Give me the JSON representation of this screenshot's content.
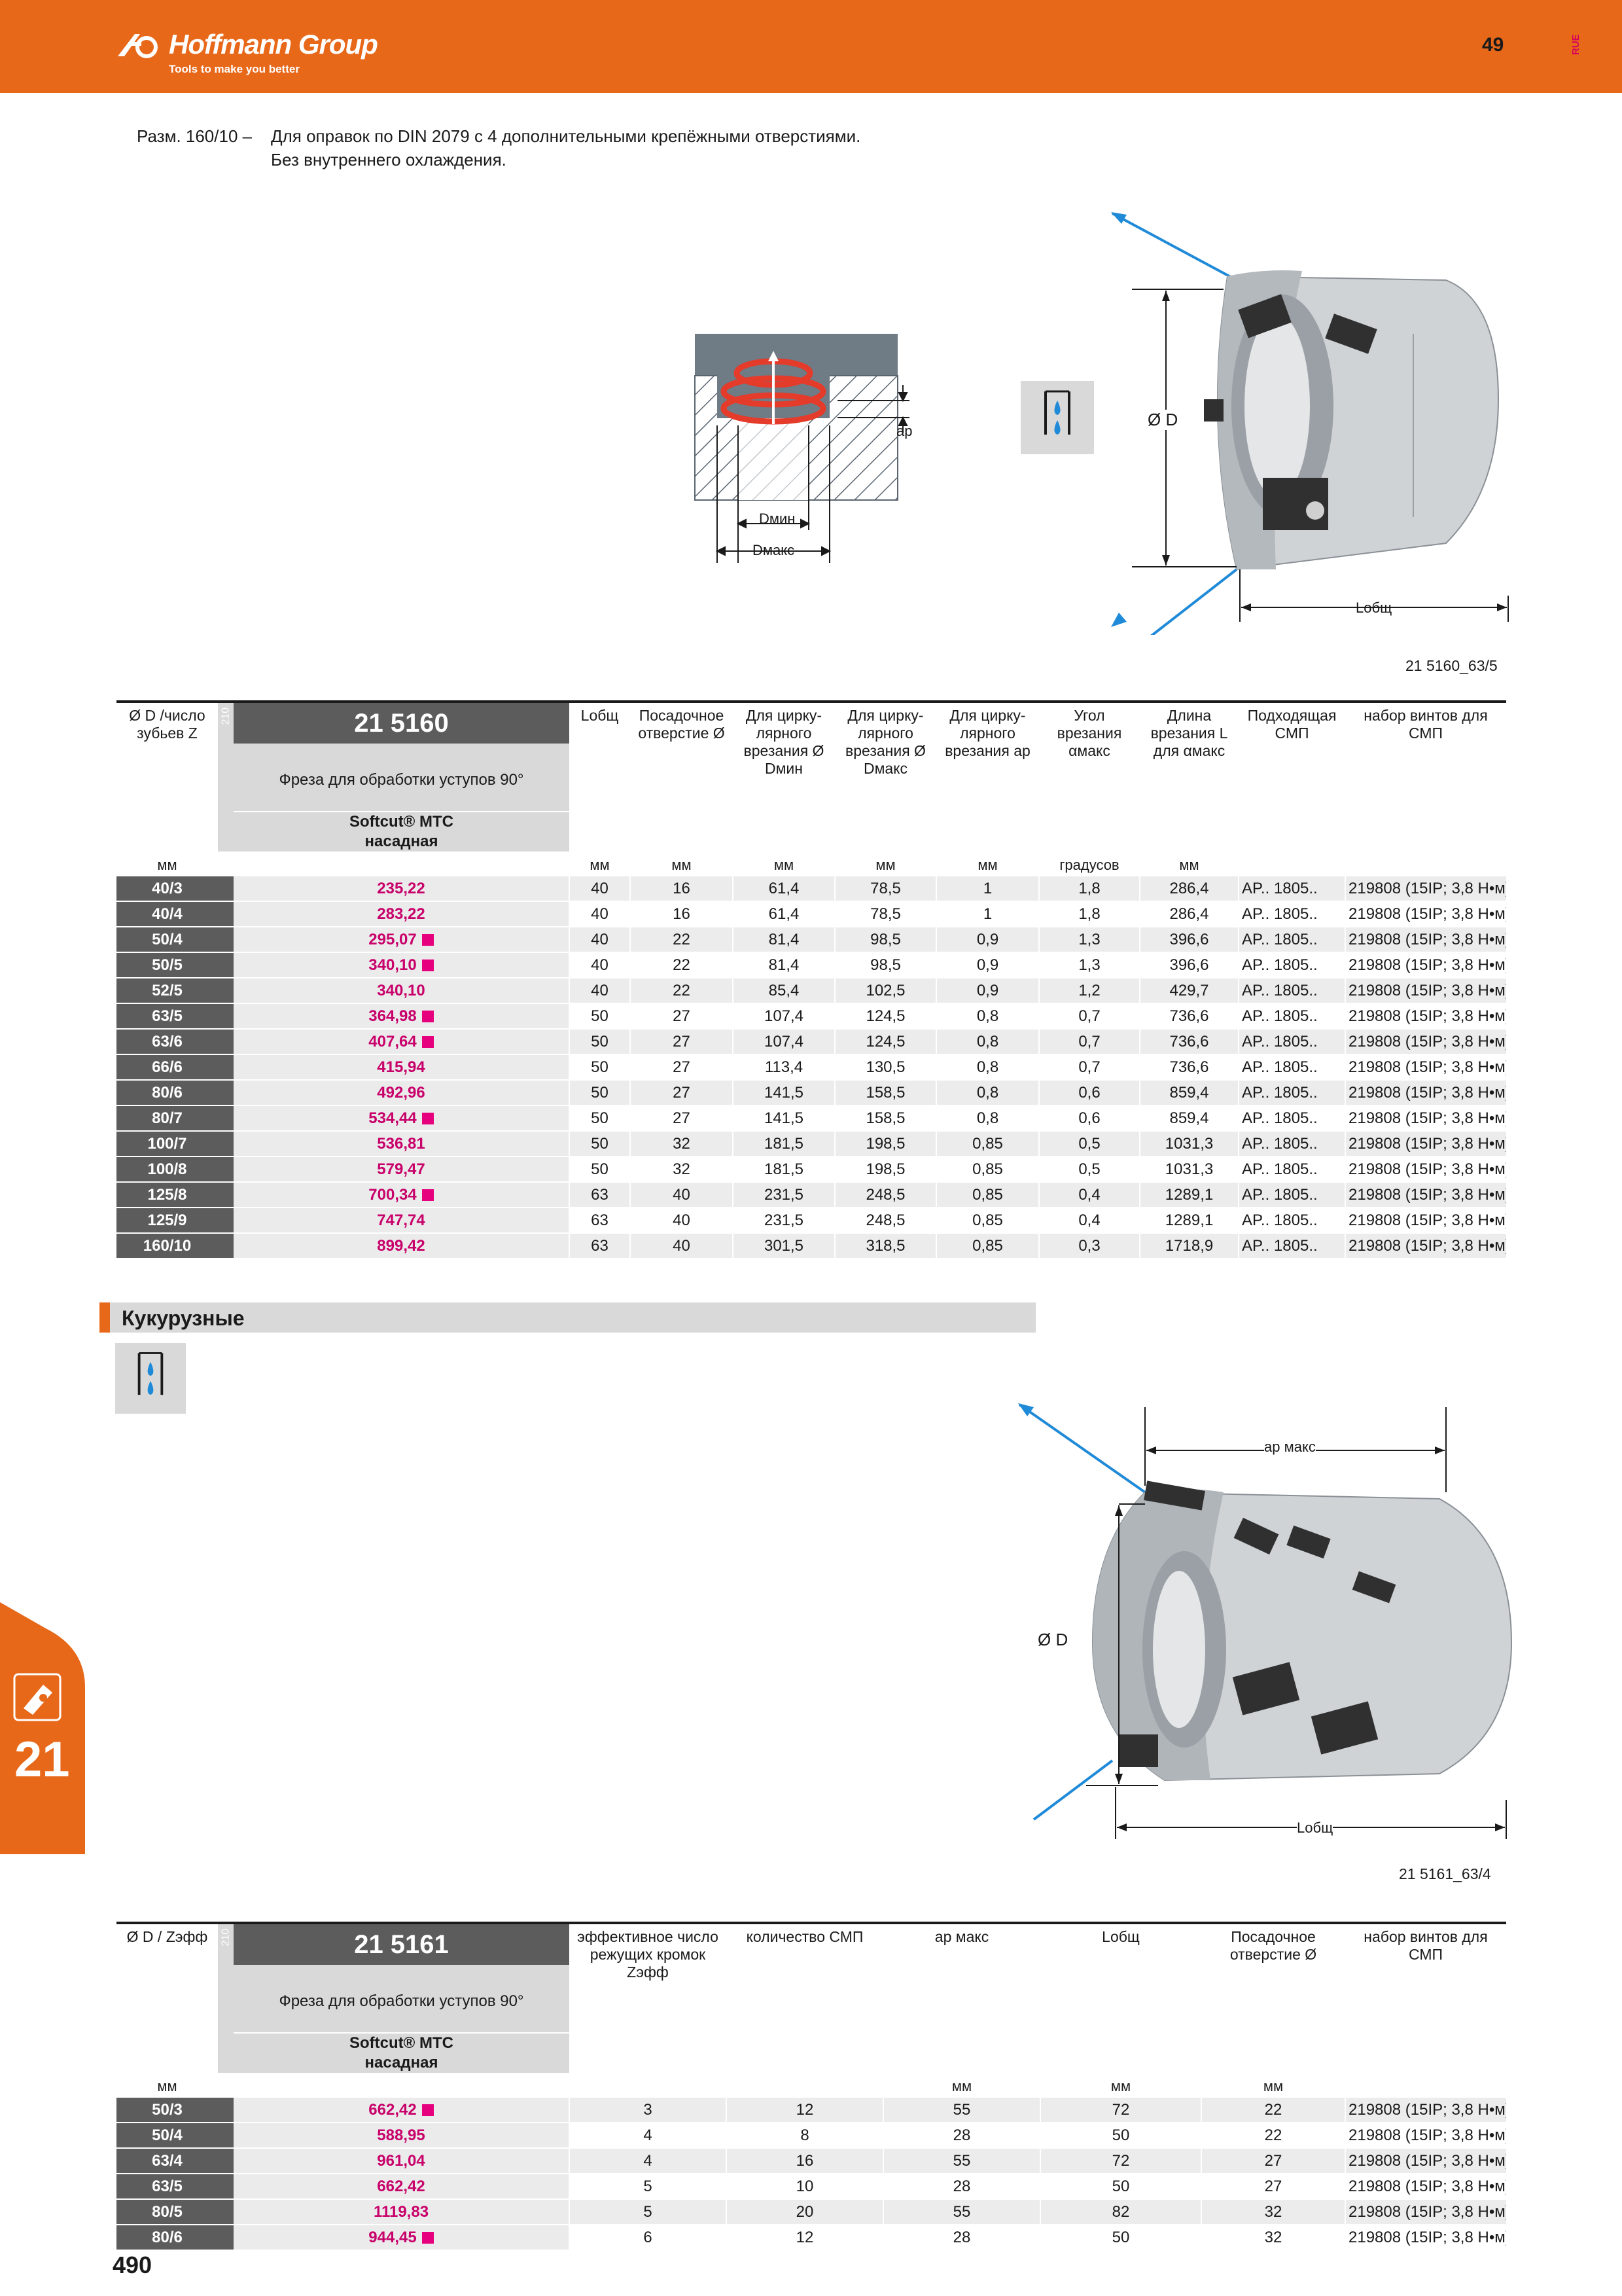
{
  "header": {
    "logo_name": "Hoffmann Group",
    "logo_tagline": "Tools to make you better",
    "page_number": "49",
    "language": "RUE",
    "brand_color": "#e8681a"
  },
  "intro": {
    "label": "Разм. 160/10 –",
    "line1": "Для оправок по DIN 2079 с 4 дополнительными крепёжными отверстиями.",
    "line2": "Без внутреннего охлаждения."
  },
  "figure1": {
    "diagram_label_dmin": "Dмин",
    "diagram_label_dmax": "Dмакс",
    "diagram_label_ap": "ap",
    "label_d": "Ø D",
    "label_l": "Lобщ",
    "caption": "21 5160_63/5"
  },
  "table1": {
    "col_key": "Ø D /число зубьев Z",
    "col_group": "210",
    "article_no": "21 5160",
    "article_desc": "Фреза для обработки уступов 90°",
    "article_line1": "Softcut® MTC",
    "article_line2": "насадная",
    "headers": [
      "Lобщ",
      "Посадочное отверстие Ø",
      "Для цирку-лярного врезания Ø Dмин",
      "Для цирку-лярного врезания Ø Dмакс",
      "Для цирку-лярного врезания ap",
      "Угол врезания αмакс",
      "Длина врезания L для αмакс",
      "Подходящая СМП",
      "набор винтов для СМП"
    ],
    "units": [
      "мм",
      "мм",
      "мм",
      "мм",
      "мм",
      "мм",
      "градусов",
      "мм",
      "",
      ""
    ],
    "rows": [
      {
        "key": "40/3",
        "price": "235,22",
        "mark": false,
        "vals": [
          "40",
          "16",
          "61,4",
          "78,5",
          "1",
          "1,8",
          "286,4",
          "AP.. 1805..",
          "219808 (15IP; 3,8 Н•м)"
        ]
      },
      {
        "key": "40/4",
        "price": "283,22",
        "mark": false,
        "vals": [
          "40",
          "16",
          "61,4",
          "78,5",
          "1",
          "1,8",
          "286,4",
          "AP.. 1805..",
          "219808 (15IP; 3,8 Н•м)"
        ]
      },
      {
        "key": "50/4",
        "price": "295,07",
        "mark": true,
        "vals": [
          "40",
          "22",
          "81,4",
          "98,5",
          "0,9",
          "1,3",
          "396,6",
          "AP.. 1805..",
          "219808 (15IP; 3,8 Н•м)"
        ]
      },
      {
        "key": "50/5",
        "price": "340,10",
        "mark": true,
        "vals": [
          "40",
          "22",
          "81,4",
          "98,5",
          "0,9",
          "1,3",
          "396,6",
          "AP.. 1805..",
          "219808 (15IP; 3,8 Н•м)"
        ]
      },
      {
        "key": "52/5",
        "price": "340,10",
        "mark": false,
        "vals": [
          "40",
          "22",
          "85,4",
          "102,5",
          "0,9",
          "1,2",
          "429,7",
          "AP.. 1805..",
          "219808 (15IP; 3,8 Н•м)"
        ]
      },
      {
        "key": "63/5",
        "price": "364,98",
        "mark": true,
        "vals": [
          "50",
          "27",
          "107,4",
          "124,5",
          "0,8",
          "0,7",
          "736,6",
          "AP.. 1805..",
          "219808 (15IP; 3,8 Н•м)"
        ]
      },
      {
        "key": "63/6",
        "price": "407,64",
        "mark": true,
        "vals": [
          "50",
          "27",
          "107,4",
          "124,5",
          "0,8",
          "0,7",
          "736,6",
          "AP.. 1805..",
          "219808 (15IP; 3,8 Н•м)"
        ]
      },
      {
        "key": "66/6",
        "price": "415,94",
        "mark": false,
        "vals": [
          "50",
          "27",
          "113,4",
          "130,5",
          "0,8",
          "0,7",
          "736,6",
          "AP.. 1805..",
          "219808 (15IP; 3,8 Н•м)"
        ]
      },
      {
        "key": "80/6",
        "price": "492,96",
        "mark": false,
        "vals": [
          "50",
          "27",
          "141,5",
          "158,5",
          "0,8",
          "0,6",
          "859,4",
          "AP.. 1805..",
          "219808 (15IP; 3,8 Н•м)"
        ]
      },
      {
        "key": "80/7",
        "price": "534,44",
        "mark": true,
        "vals": [
          "50",
          "27",
          "141,5",
          "158,5",
          "0,8",
          "0,6",
          "859,4",
          "AP.. 1805..",
          "219808 (15IP; 3,8 Н•м)"
        ]
      },
      {
        "key": "100/7",
        "price": "536,81",
        "mark": false,
        "vals": [
          "50",
          "32",
          "181,5",
          "198,5",
          "0,85",
          "0,5",
          "1031,3",
          "AP.. 1805..",
          "219808 (15IP; 3,8 Н•м)"
        ]
      },
      {
        "key": "100/8",
        "price": "579,47",
        "mark": false,
        "vals": [
          "50",
          "32",
          "181,5",
          "198,5",
          "0,85",
          "0,5",
          "1031,3",
          "AP.. 1805..",
          "219808 (15IP; 3,8 Н•м)"
        ]
      },
      {
        "key": "125/8",
        "price": "700,34",
        "mark": true,
        "vals": [
          "63",
          "40",
          "231,5",
          "248,5",
          "0,85",
          "0,4",
          "1289,1",
          "AP.. 1805..",
          "219808 (15IP; 3,8 Н•м)"
        ]
      },
      {
        "key": "125/9",
        "price": "747,74",
        "mark": false,
        "vals": [
          "63",
          "40",
          "231,5",
          "248,5",
          "0,85",
          "0,4",
          "1289,1",
          "AP.. 1805..",
          "219808 (15IP; 3,8 Н•м)"
        ]
      },
      {
        "key": "160/10",
        "price": "899,42",
        "mark": false,
        "vals": [
          "63",
          "40",
          "301,5",
          "318,5",
          "0,85",
          "0,3",
          "1718,9",
          "AP.. 1805..",
          "219808 (15IP; 3,8 Н•м)"
        ]
      }
    ]
  },
  "section2": {
    "title": "Кукурузные"
  },
  "figure2": {
    "label_ap": "ap макс",
    "label_d": "Ø D",
    "label_l": "Lобщ",
    "caption": "21 5161_63/4"
  },
  "table2": {
    "col_key": "Ø D / Zэфф",
    "col_group": "210",
    "article_no": "21 5161",
    "article_desc": "Фреза для обработки уступов 90°",
    "article_line1": "Softcut® MTC",
    "article_line2": "насадная",
    "headers": [
      "эффективное число режущих кромок Zэфф",
      "количество СМП",
      "ap макс",
      "Lобщ",
      "Посадочное отверстие Ø",
      "набор винтов для СМП"
    ],
    "units": [
      "мм",
      "",
      "",
      "",
      "мм",
      "мм",
      "мм",
      ""
    ],
    "rows": [
      {
        "key": "50/3",
        "price": "662,42",
        "mark": true,
        "vals": [
          "3",
          "12",
          "55",
          "72",
          "22",
          "219808 (15IP; 3,8 Н•м)"
        ]
      },
      {
        "key": "50/4",
        "price": "588,95",
        "mark": false,
        "vals": [
          "4",
          "8",
          "28",
          "50",
          "22",
          "219808 (15IP; 3,8 Н•м)"
        ]
      },
      {
        "key": "63/4",
        "price": "961,04",
        "mark": false,
        "vals": [
          "4",
          "16",
          "55",
          "72",
          "27",
          "219808 (15IP; 3,8 Н•м)"
        ]
      },
      {
        "key": "63/5",
        "price": "662,42",
        "mark": false,
        "vals": [
          "5",
          "10",
          "28",
          "50",
          "27",
          "219808 (15IP; 3,8 Н•м)"
        ]
      },
      {
        "key": "80/5",
        "price": "1119,83",
        "mark": false,
        "vals": [
          "5",
          "20",
          "55",
          "82",
          "32",
          "219808 (15IP; 3,8 Н•м)"
        ]
      },
      {
        "key": "80/6",
        "price": "944,45",
        "mark": true,
        "vals": [
          "6",
          "12",
          "28",
          "50",
          "32",
          "219808 (15IP; 3,8 Н•м)"
        ]
      }
    ]
  },
  "side_tab": {
    "chapter": "21"
  },
  "footer": {
    "page_number": "490"
  }
}
